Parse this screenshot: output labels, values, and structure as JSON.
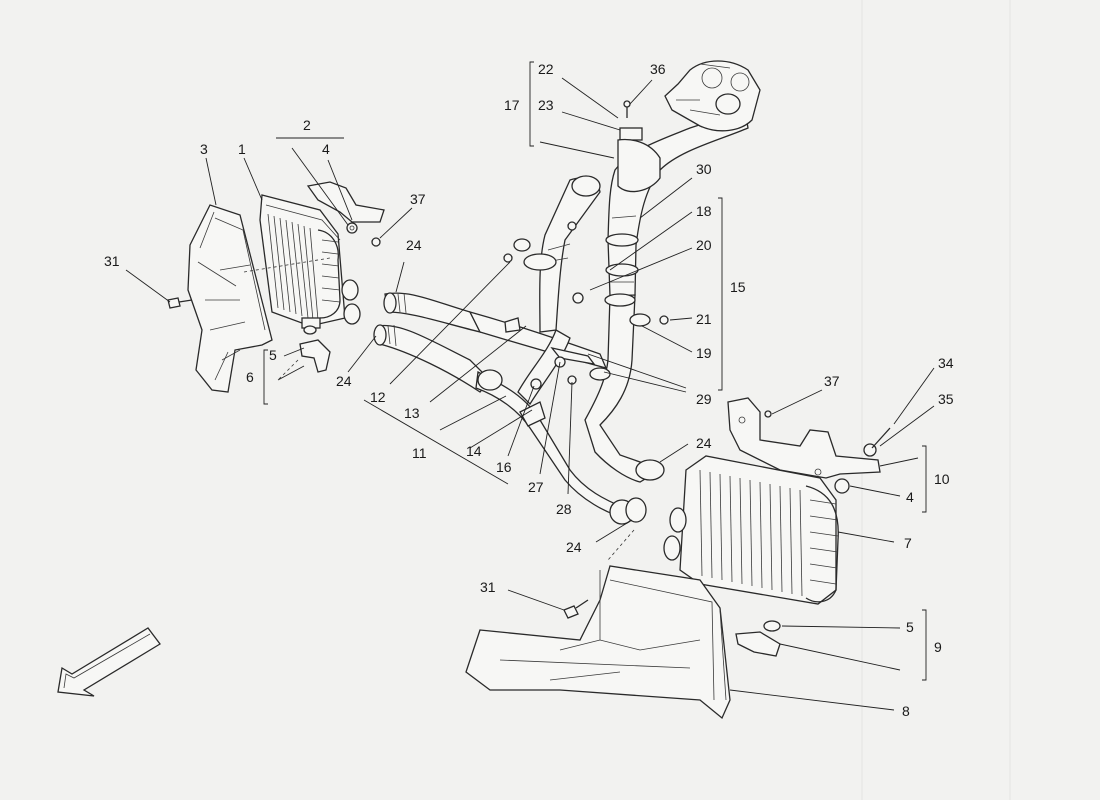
{
  "diagram": {
    "callouts": [
      {
        "id": "c1",
        "label": "1"
      },
      {
        "id": "c2",
        "label": "2"
      },
      {
        "id": "c3",
        "label": "3"
      },
      {
        "id": "c4a",
        "label": "4"
      },
      {
        "id": "c31a",
        "label": "31"
      },
      {
        "id": "c37a",
        "label": "37"
      },
      {
        "id": "c24a",
        "label": "24"
      },
      {
        "id": "c5a",
        "label": "5"
      },
      {
        "id": "c6",
        "label": "6"
      },
      {
        "id": "c24b",
        "label": "24"
      },
      {
        "id": "c12",
        "label": "12"
      },
      {
        "id": "c13",
        "label": "13"
      },
      {
        "id": "c11",
        "label": "11"
      },
      {
        "id": "c14",
        "label": "14"
      },
      {
        "id": "c16",
        "label": "16"
      },
      {
        "id": "c27",
        "label": "27"
      },
      {
        "id": "c28",
        "label": "28"
      },
      {
        "id": "c17",
        "label": "17"
      },
      {
        "id": "c22",
        "label": "22"
      },
      {
        "id": "c23",
        "label": "23"
      },
      {
        "id": "c36",
        "label": "36"
      },
      {
        "id": "c30",
        "label": "30"
      },
      {
        "id": "c18",
        "label": "18"
      },
      {
        "id": "c20",
        "label": "20"
      },
      {
        "id": "c15",
        "label": "15"
      },
      {
        "id": "c21",
        "label": "21"
      },
      {
        "id": "c19",
        "label": "19"
      },
      {
        "id": "c29",
        "label": "29"
      },
      {
        "id": "c37b",
        "label": "37"
      },
      {
        "id": "c34",
        "label": "34"
      },
      {
        "id": "c35",
        "label": "35"
      },
      {
        "id": "c10",
        "label": "10"
      },
      {
        "id": "c4b",
        "label": "4"
      },
      {
        "id": "c24c",
        "label": "24"
      },
      {
        "id": "c24d",
        "label": "24"
      },
      {
        "id": "c7",
        "label": "7"
      },
      {
        "id": "c31b",
        "label": "31"
      },
      {
        "id": "c5b",
        "label": "5"
      },
      {
        "id": "c9",
        "label": "9"
      },
      {
        "id": "c8",
        "label": "8"
      }
    ]
  }
}
